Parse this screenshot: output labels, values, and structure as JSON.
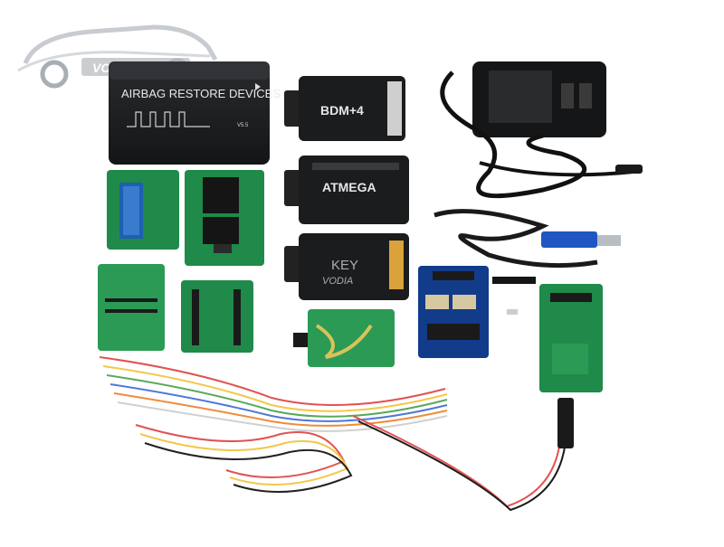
{
  "watermark": {
    "brand": "VODIA"
  },
  "devices": {
    "main_box_label": "AIRBAG RESTORE DEVICES",
    "main_box_side_label": "V5.5",
    "bdm_label": "BDM+4",
    "atmega_label": "ATMEGA",
    "key_label": "KEY",
    "key_sub_label": "VODIA"
  },
  "colors": {
    "device_black": "#1d1e20",
    "pcb_green": "#1f8a4a",
    "pcb_blue": "#123c8a",
    "usb_blue": "#1f56c4"
  }
}
